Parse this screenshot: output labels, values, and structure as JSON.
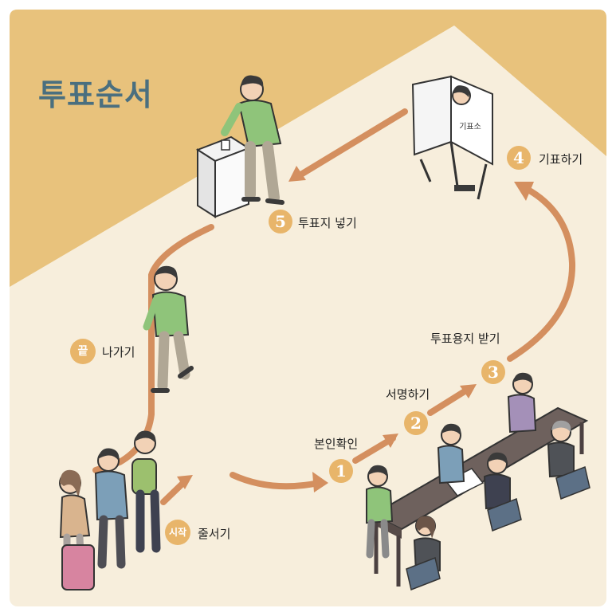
{
  "title": "투표순서",
  "steps": {
    "start_badge": "시작",
    "start_label": "줄서기",
    "s1_badge": "1",
    "s1_label": "본인확인",
    "s2_badge": "2",
    "s2_label": "서명하기",
    "s3_badge": "3",
    "s3_label": "투표용지 받기",
    "s4_badge": "4",
    "s4_label": "기표하기",
    "s5_badge": "5",
    "s5_label": "투표지 넣기",
    "end_badge": "끝",
    "end_label": "나가기"
  },
  "booth_sign": "기표소",
  "colors": {
    "background": "#f7eedc",
    "roof": "#e8c27c",
    "arrow": "#d48f5f",
    "badge": "#e8b56a",
    "title": "#4a6f7f",
    "table": "#6e615d",
    "chair": "#5c7086"
  }
}
